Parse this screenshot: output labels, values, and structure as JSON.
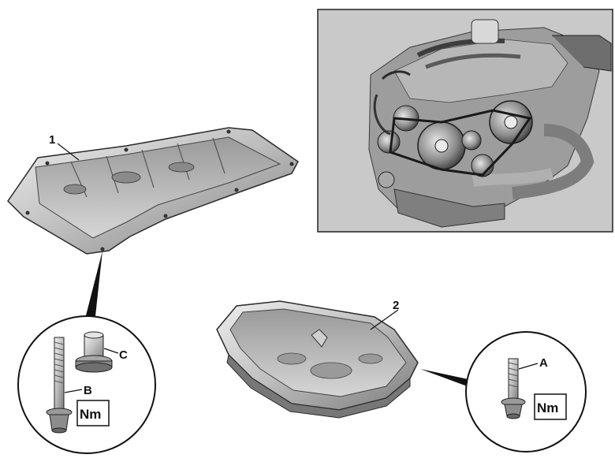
{
  "callouts": {
    "upper_pan": "1",
    "lower_pan": "2",
    "bolt_b": "B",
    "spacer_c": "C",
    "bolt_a": "A"
  },
  "torque_symbol": "Nm",
  "colors": {
    "metal_light": "#d8d8d8",
    "metal_mid": "#a9a9a9",
    "metal_dark": "#555555",
    "engine_bg": "#c6c6c6",
    "line": "#111111"
  }
}
